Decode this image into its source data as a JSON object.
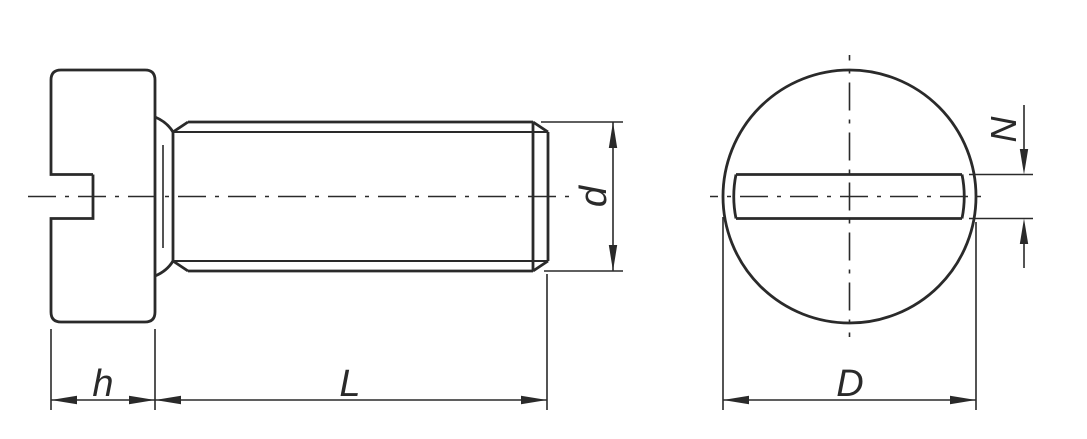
{
  "drawing": {
    "kind": "technical-drawing",
    "line_color": "#2a2a2a",
    "background_color": "#ffffff",
    "dimensions": {
      "head_height": {
        "label": "h"
      },
      "screw_length": {
        "label": "L"
      },
      "thread_diameter": {
        "label": "d"
      },
      "slot_width": {
        "label": "N"
      },
      "head_diameter": {
        "label": "D"
      }
    }
  }
}
